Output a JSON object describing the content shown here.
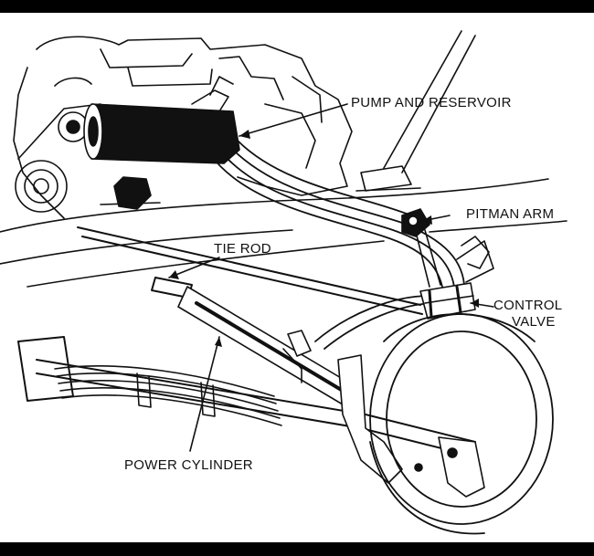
{
  "labels": {
    "pump_and_reservoir": "PUMP AND RESERVOIR",
    "pitman_arm": "PITMAN ARM",
    "tie_rod": "TIE ROD",
    "control_valve_line1": "CONTROL",
    "control_valve_line2": "VALVE",
    "power_cylinder": "POWER CYLINDER"
  },
  "colors": {
    "line": "#111111",
    "background": "#ffffff",
    "border": "#000000"
  }
}
